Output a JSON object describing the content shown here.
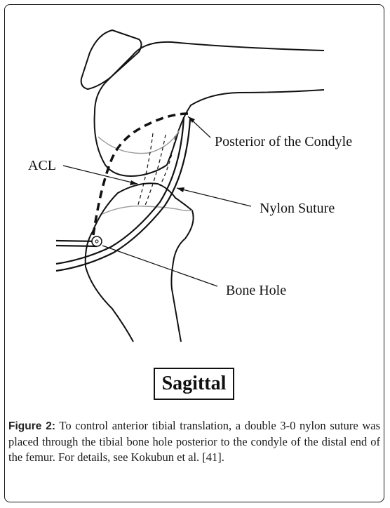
{
  "labels": {
    "posterior_condyle": "Posterior of the Condyle",
    "acl": "ACL",
    "nylon_suture": "Nylon Suture",
    "bone_hole": "Bone Hole"
  },
  "view_label": "Sagittal",
  "caption": {
    "label": "Figure 2:",
    "text": " To control anterior tibial translation, a double 3-0 nylon suture was placed through the tibial bone hole posterior to the condyle of the distal end of the femur. For details, see Kokubun et al. [41]."
  },
  "colors": {
    "line": "#111111",
    "cartilage": "#9a9a9a",
    "frame": "#1a1a1a"
  }
}
